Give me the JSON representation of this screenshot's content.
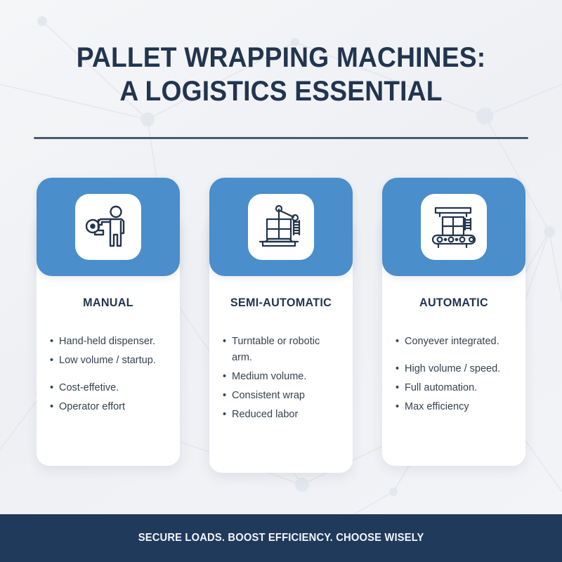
{
  "colors": {
    "background": "#f2f4f7",
    "accent_blue": "#4a8ecb",
    "navy": "#203a5c",
    "title_text": "#22354f",
    "body_text": "#35424f",
    "card_white": "#ffffff",
    "divider": "#4a5a6e"
  },
  "header": {
    "title_line_1": "PALLET WRAPPING MACHINES:",
    "title_line_2": "A LOGISTICS ESSENTIAL"
  },
  "cards": [
    {
      "id": "manual",
      "title": "MANUAL",
      "icon": "person-with-handheld-film-dispenser-icon",
      "bullets": [
        {
          "text": "Hand-held dispenser.",
          "spacer": false
        },
        {
          "text": "Low volume / startup.",
          "spacer": false
        },
        {
          "text": "",
          "spacer": true
        },
        {
          "text": "Cost-effetive.",
          "spacer": false
        },
        {
          "text": "Operator effort",
          "spacer": false
        }
      ]
    },
    {
      "id": "semi-automatic",
      "title": "SEMI-AUTOMATIC",
      "icon": "turntable-pallet-wrapper-with-robotic-arm-icon",
      "bullets": [
        {
          "text": "Turntable or robotic arm.",
          "spacer": false
        },
        {
          "text": "Medium volume.",
          "spacer": false
        },
        {
          "text": "Consistent wrap",
          "spacer": false
        },
        {
          "text": "Reduced labor",
          "spacer": false
        }
      ]
    },
    {
      "id": "automatic",
      "title": "AUTOMATIC",
      "icon": "conveyor-pallet-wrapper-icon",
      "bullets": [
        {
          "text": "Conyever integrated.",
          "spacer": false
        },
        {
          "text": "",
          "spacer": true
        },
        {
          "text": "High volume / speed.",
          "spacer": false
        },
        {
          "text": "Full automation.",
          "spacer": false
        },
        {
          "text": "Max efficiency",
          "spacer": false
        }
      ]
    }
  ],
  "footer": {
    "tagline": "SECURE LOADS. BOOST EFFICIENCY. CHOOSE WISELY"
  }
}
